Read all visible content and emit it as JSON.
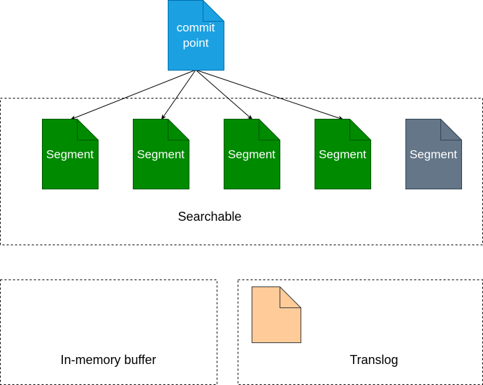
{
  "commit_point": {
    "label_line1": "commit",
    "label_line2": "point",
    "color": "#1ba1e2",
    "stroke": "#006eaf"
  },
  "segments": [
    {
      "label": "Segment",
      "color": "#008a00",
      "stroke": "#005700"
    },
    {
      "label": "Segment",
      "color": "#008a00",
      "stroke": "#005700"
    },
    {
      "label": "Segment",
      "color": "#008a00",
      "stroke": "#005700"
    },
    {
      "label": "Segment",
      "color": "#008a00",
      "stroke": "#005700"
    },
    {
      "label": "Segment",
      "color": "#647687",
      "stroke": "#314354"
    }
  ],
  "searchable": {
    "label": "Searchable"
  },
  "in_memory_buffer": {
    "label": "In-memory buffer"
  },
  "translog": {
    "label": "Translog",
    "doc_color": "#ffcc99",
    "doc_stroke": "#36393d"
  }
}
